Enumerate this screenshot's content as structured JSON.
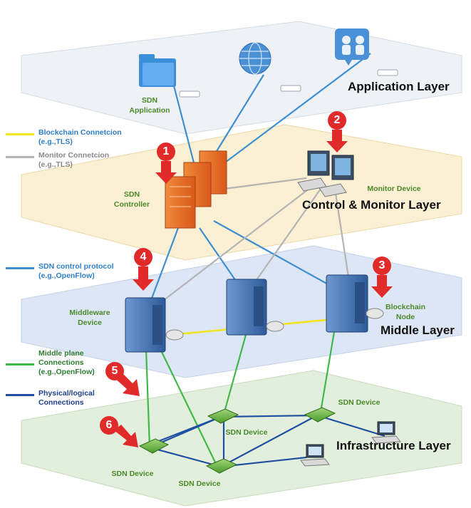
{
  "layers": {
    "application": "Application Layer",
    "control": "Control &  Monitor Layer",
    "middle": "Middle Layer",
    "infrastructure": "Infrastructure Layer"
  },
  "legend": {
    "blockchain_title": "Blockchain Connetcion",
    "blockchain_sub": "(e.g.,TLS)",
    "monitor_title": "Monitor Connetcion",
    "monitor_sub": "(e.g.,TLS)",
    "sdn_title": "SDN control protocol",
    "sdn_sub": "(e.g.,OpenFlow)",
    "middle_title": "Middle plane",
    "middle_title2": "Connections",
    "middle_sub": "(e.g.,OpenFlow)",
    "physical_title": "Physical/logical",
    "physical_sub": "Connections"
  },
  "nodes": {
    "sdn_app_1": "SDN",
    "sdn_app_2": "Application",
    "sdn_ctrl_1": "SDN",
    "sdn_ctrl_2": "Controller",
    "monitor_device": "Monitor Device",
    "middleware_1": "Middleware",
    "middleware_2": "Device",
    "blockchain_1": "Blockchain",
    "blockchain_2": "Node",
    "sdn_device_left": "SDN Device",
    "sdn_device_center": "SDN Device",
    "sdn_device_bottom": "SDN Device",
    "sdn_device_right": "SDN Device"
  },
  "badges": [
    "1",
    "2",
    "3",
    "4",
    "5",
    "6"
  ],
  "colors": {
    "blockchain": "#f2e61a",
    "monitor": "#b4b4b4",
    "sdn_control": "#3f8fd0",
    "middle_plane": "#3fb84a",
    "physical": "#1f4fa0",
    "legend_blue_text": "#2f7fc8",
    "legend_grey_text": "#8a8a8a",
    "legend_green_text": "#2e7d32",
    "legend_navy_text": "#1f3f8f",
    "badge": "#e12a2a"
  }
}
